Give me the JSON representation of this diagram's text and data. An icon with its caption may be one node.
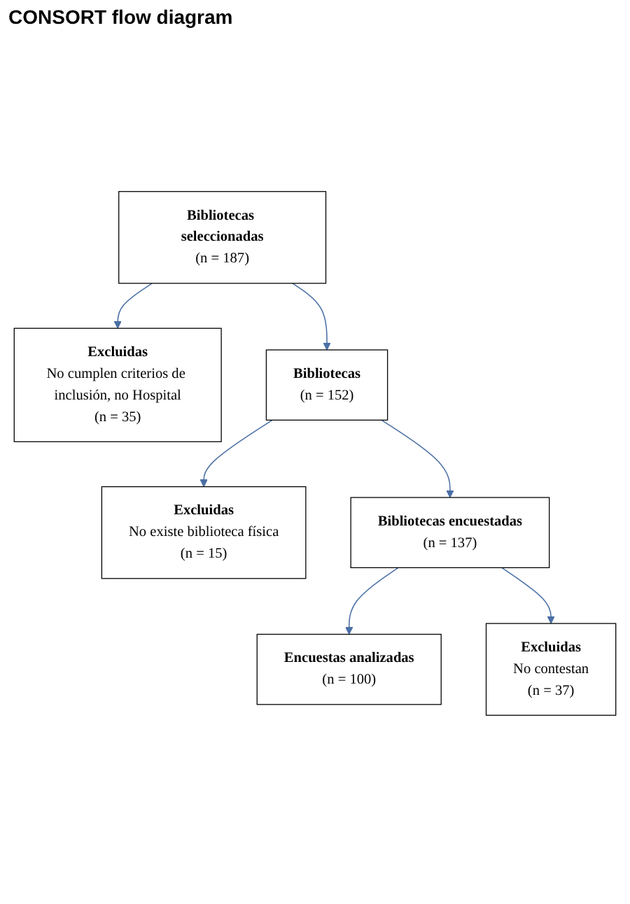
{
  "diagram": {
    "title": "CONSORT flow diagram",
    "nodes": [
      {
        "text": [
          "Bibliotecas seleccionadas",
          "(n = 187)"
        ]
      },
      {
        "text": [
          "Excluidas",
          "No cumplen criterios de inclusión, no Hospital",
          "(n = 35)"
        ]
      },
      {
        "text": [
          "Bibliotecas",
          "(n = 152)"
        ]
      },
      {
        "text": [
          "Excluidas",
          "No existe biblioteca física",
          "(n = 15)"
        ]
      },
      {
        "text": [
          "Bibliotecas encuestadas",
          "(n = 137)"
        ]
      },
      {
        "text": [
          "Excluidas",
          "No contestan",
          "(n = 37)"
        ]
      },
      {
        "text": [
          "Encuestas analizadas",
          "(n = 100)"
        ]
      }
    ],
    "edges": [
      {
        "from": 0,
        "to": 2,
        "arrow": "to"
      },
      {
        "from": 0,
        "to": 1,
        "arrow": "to"
      },
      {
        "from": 2,
        "to": 4,
        "arrow": "to"
      },
      {
        "from": 2,
        "to": 3,
        "arrow": "to"
      },
      {
        "from": 4,
        "to": 6,
        "arrow": "to"
      },
      {
        "from": 4,
        "to": 5,
        "arrow": "to"
      }
    ]
  }
}
